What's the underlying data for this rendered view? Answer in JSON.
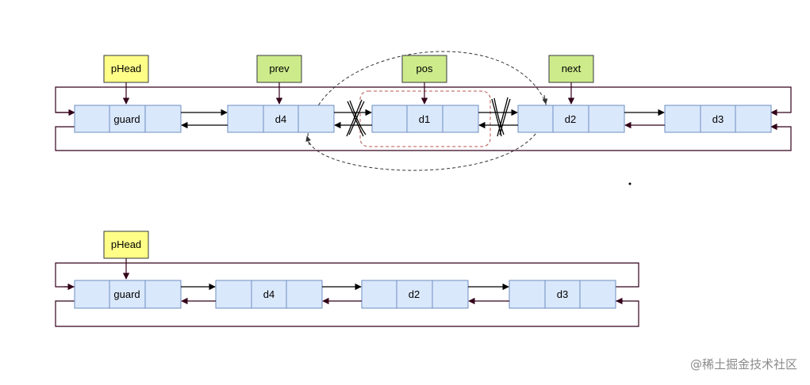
{
  "diagram_top": {
    "pointers": [
      {
        "key": "phead",
        "label": "pHead",
        "color": "#ffff88"
      },
      {
        "key": "prev",
        "label": "prev",
        "color": "#cdeb8b"
      },
      {
        "key": "pos",
        "label": "pos",
        "color": "#cdeb8b"
      },
      {
        "key": "next",
        "label": "next",
        "color": "#cdeb8b"
      }
    ],
    "nodes": [
      "guard",
      "d4",
      "d1",
      "d2",
      "d3"
    ]
  },
  "diagram_bottom": {
    "pointers": [
      {
        "key": "phead",
        "label": "pHead",
        "color": "#ffff88"
      }
    ],
    "nodes": [
      "guard",
      "d4",
      "d2",
      "d3"
    ]
  },
  "watermark": "@稀土掘金技术社区",
  "colors": {
    "node_fill": "#dae8fc",
    "node_stroke": "#6c8ebf",
    "pointer_yellow": "#ffff88",
    "pointer_green": "#cdeb8b",
    "loop_line": "#33001a"
  }
}
